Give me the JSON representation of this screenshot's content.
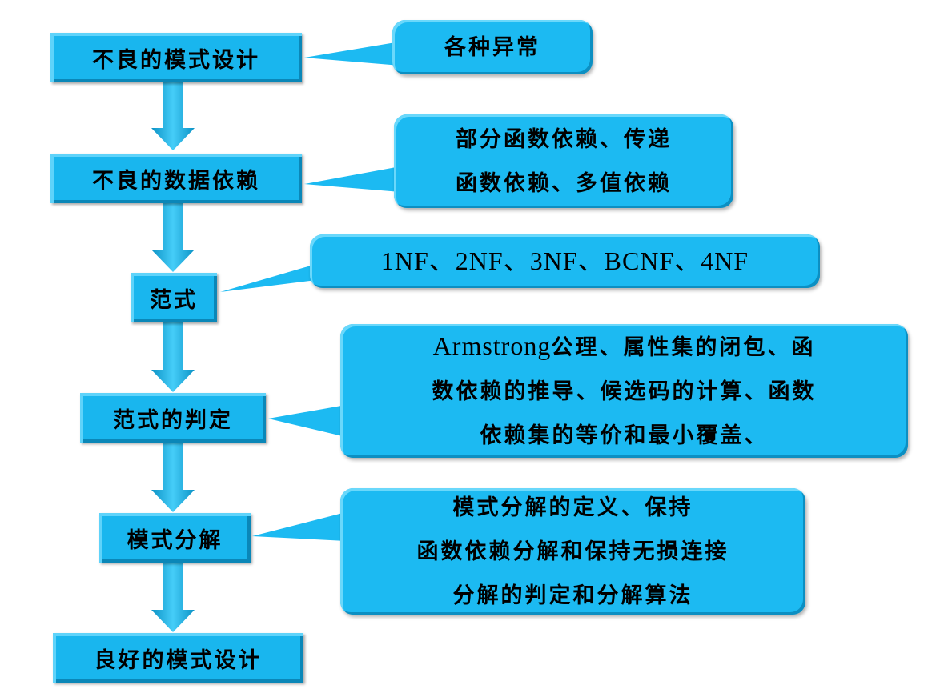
{
  "steps": [
    {
      "label": "不良的模式设计"
    },
    {
      "label": "不良的数据依赖"
    },
    {
      "label": "范式"
    },
    {
      "label": "范式的判定"
    },
    {
      "label": "模式分解"
    },
    {
      "label": "良好的模式设计"
    }
  ],
  "notes": [
    {
      "lines": [
        "各种异常"
      ]
    },
    {
      "lines": [
        "部分函数依赖、传递",
        "函数依赖、多值依赖"
      ]
    },
    {
      "lines": [
        "1NF、2NF、3NF、BCNF、4NF"
      ]
    },
    {
      "lines": [
        "Armstrong",
        "公理、属性集的闭包、函",
        "数依赖的推导、候选码的计算、函数",
        "依赖集的等价和最小覆盖、"
      ]
    },
    {
      "lines": [
        "模式分解的定义、保持",
        "函数依赖分解和保持无损连接",
        "分解的判定和分解算法"
      ]
    }
  ],
  "colors": {
    "box": "#19b6ee",
    "text": "#000000"
  }
}
